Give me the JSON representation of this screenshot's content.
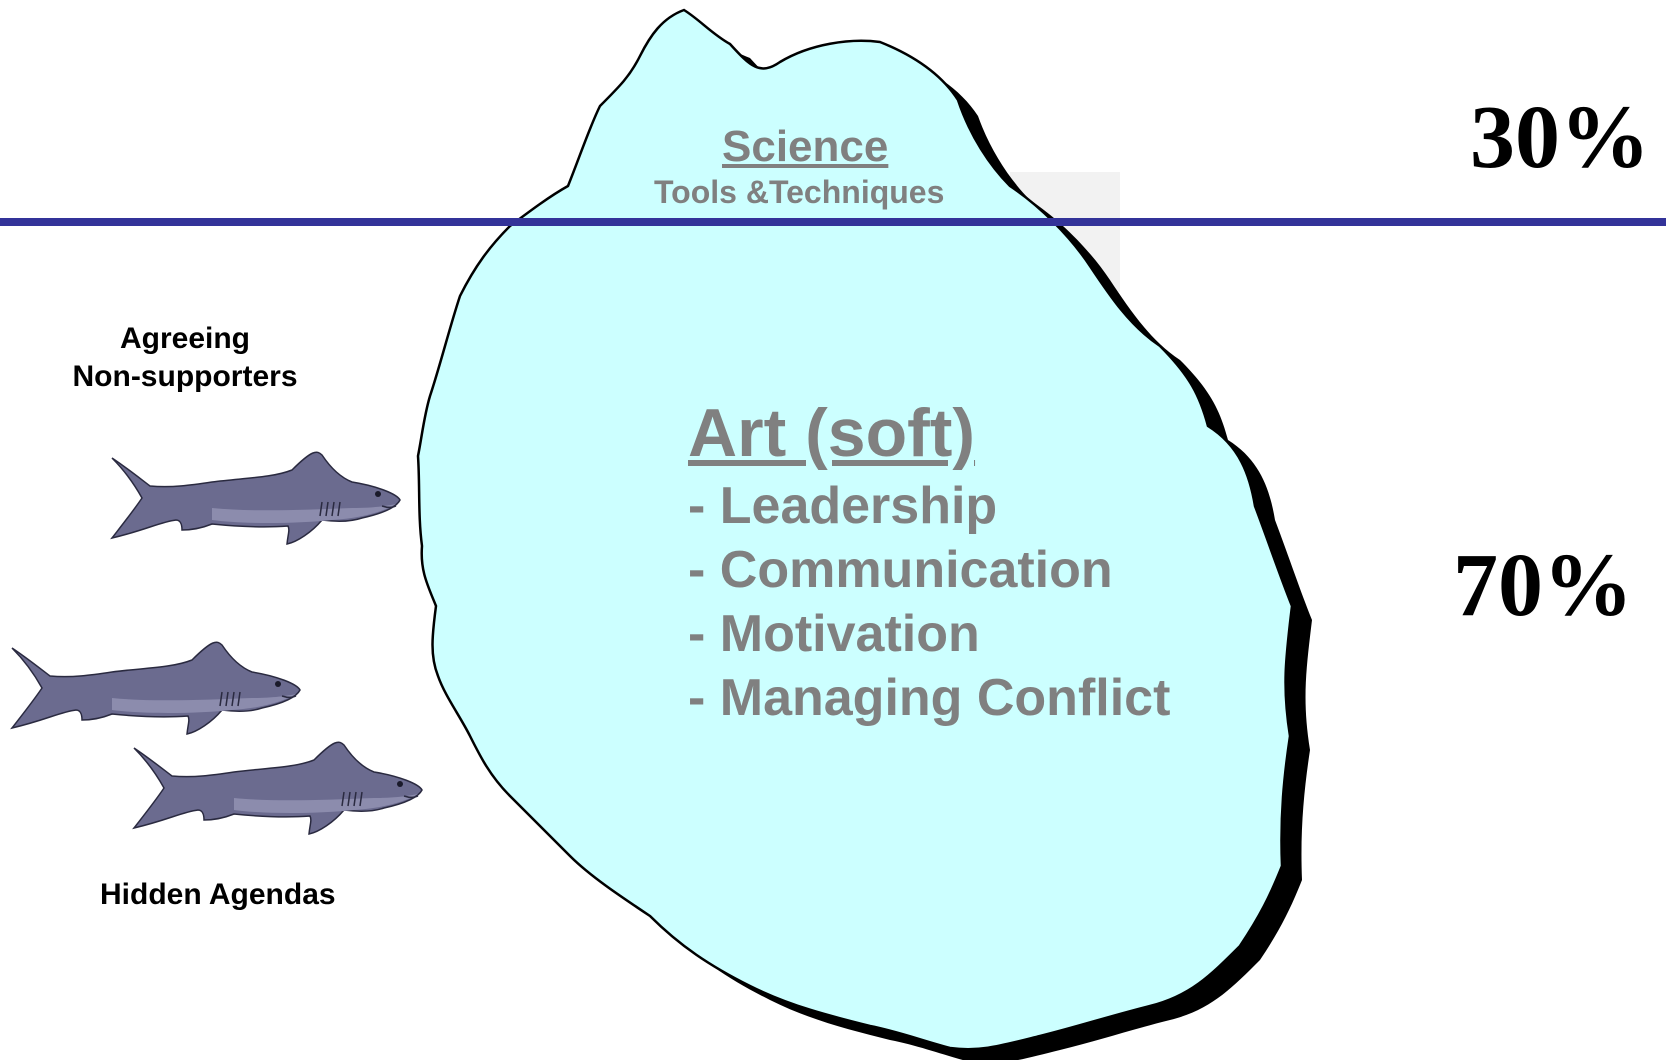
{
  "iceberg": {
    "above_water": {
      "title": "Science",
      "subtitle": "Tools &Techniques",
      "percentage": "30%"
    },
    "below_water": {
      "title": "Art (soft)",
      "items": [
        "- Leadership",
        "- Communication",
        "- Motivation",
        "- Managing Conflict"
      ],
      "percentage": "70%"
    }
  },
  "sharks": {
    "top_label_line1": "Agreeing",
    "top_label_line2": "Non-supporters",
    "bottom_label": "Hidden Agendas"
  },
  "colors": {
    "ice": "#ccffff",
    "waterline": "#333399",
    "text_grey": "#808080",
    "shark": "#6b6b8f"
  }
}
